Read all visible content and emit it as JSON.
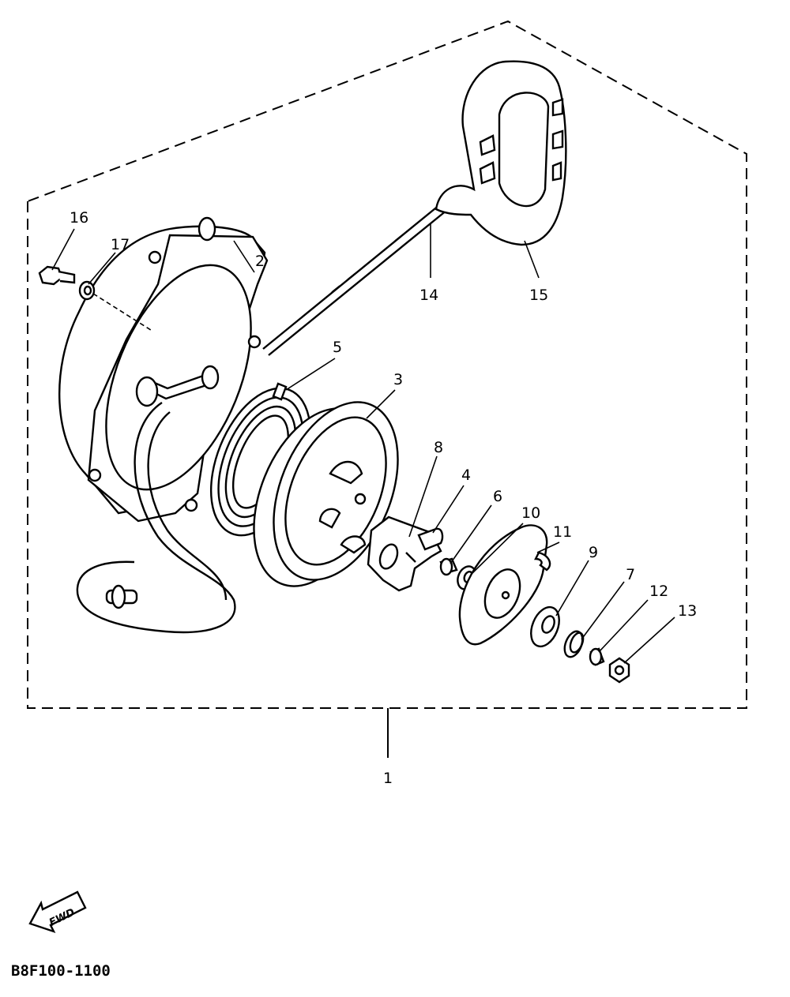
{
  "callouts": {
    "c1": "1",
    "c2": "2",
    "c3": "3",
    "c4": "4",
    "c5": "5",
    "c6": "6",
    "c7": "7",
    "c8": "8",
    "c9": "9",
    "c10": "10",
    "c11": "11",
    "c12": "12",
    "c13": "13",
    "c14": "14",
    "c15": "15",
    "c16": "16",
    "c17": "17"
  },
  "fwd_label": "FWD",
  "diagram_code": "B8F100-1100"
}
